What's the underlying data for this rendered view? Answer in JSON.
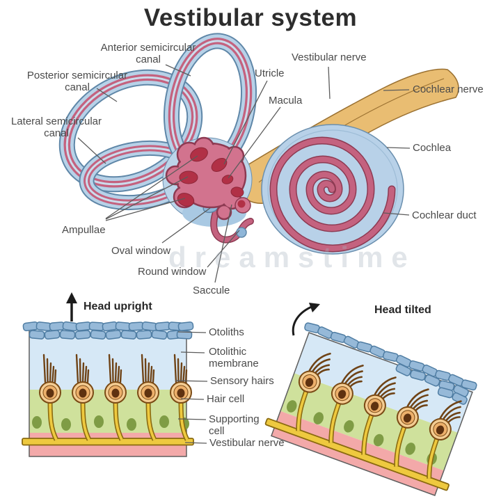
{
  "title": "Vestibular system",
  "watermark": "dreamstime",
  "ear": {
    "labels": {
      "anterior_canal": "Anterior semicircular canal",
      "posterior_canal": "Posterior semicircular canal",
      "lateral_canal": "Lateral semicircular canal",
      "utricle": "Utricle",
      "macula": "Macula",
      "vestibular_nerve": "Vestibular nerve",
      "cochlear_nerve": "Cochlear nerve",
      "cochlea": "Cochlea",
      "cochlear_duct": "Cochlear duct",
      "ampullae": "Ampullae",
      "oval_window": "Oval window",
      "round_window": "Round window",
      "saccule": "Saccule"
    }
  },
  "macula_sections": {
    "upright": {
      "caption": "Head upright",
      "labels": {
        "otoliths": "Otoliths",
        "otolithic_membrane": "Otolithic membrane",
        "sensory_hairs": "Sensory hairs",
        "hair_cell": "Hair cell",
        "supporting_cell": "Supporting cell",
        "vestibular_nerve": "Vestibular nerve"
      }
    },
    "tilted": {
      "caption": "Head tilted"
    }
  },
  "colors": {
    "canal_blue": "#b7d2e8",
    "duct_rose": "#c4627f",
    "vestibule_pink": "#d2738e",
    "ampulla_red": "#b13046",
    "nerve_tan": "#e9bd72",
    "otolith_blue": "#96b9d8",
    "gel_blue": "#d6e8f6",
    "support_green": "#cfe19c",
    "nucleus_green": "#7f9c45",
    "haircell_tan": "#f4cc92",
    "base_pink": "#f3a9a9",
    "nerve_yellow": "#eec93f",
    "label_gray": "#4a4a4a"
  }
}
